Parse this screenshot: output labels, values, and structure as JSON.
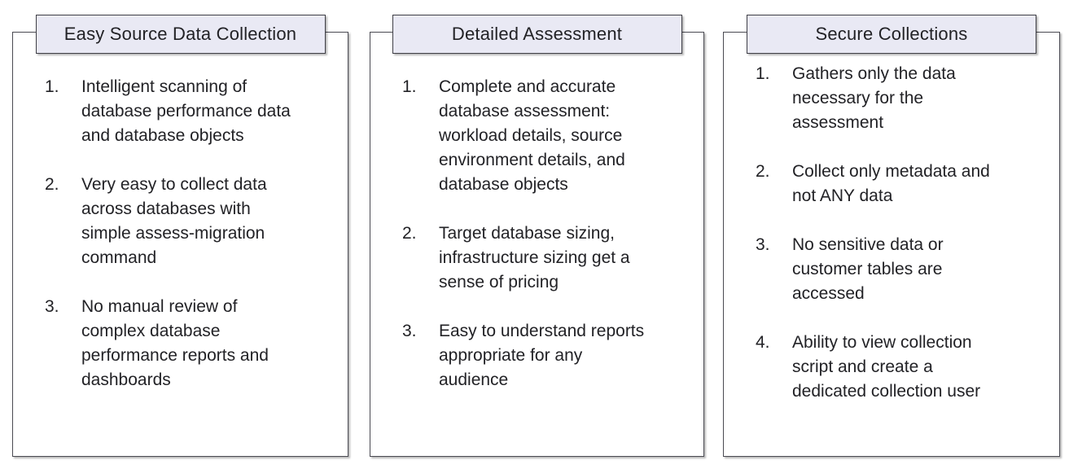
{
  "diagram": {
    "colors": {
      "header_fill": "#e9e9f4",
      "header_border": "#3f3f46",
      "box_border": "#4a4a52",
      "text": "#222226",
      "background": "#ffffff"
    },
    "panels": [
      {
        "title": "Easy Source Data Collection",
        "items": [
          {
            "number": "1.",
            "text": "Intelligent scanning of\ndatabase performance data\nand database objects"
          },
          {
            "number": "2.",
            "text": "Very easy to collect data\nacross databases with\nsimple assess-migration\ncommand"
          },
          {
            "number": "3.",
            "text": "No manual review of\ncomplex database\nperformance reports and\ndashboards"
          }
        ]
      },
      {
        "title": "Detailed Assessment",
        "items": [
          {
            "number": "1.",
            "text": "Complete and accurate\ndatabase assessment:\nworkload details, source\nenvironment details, and\ndatabase objects"
          },
          {
            "number": "2.",
            "text": "Target database sizing,\ninfrastructure sizing get a\nsense of pricing"
          },
          {
            "number": "3.",
            "text": "Easy to understand reports\nappropriate for any\naudience"
          }
        ]
      },
      {
        "title": "Secure Collections",
        "items": [
          {
            "number": "1.",
            "text": "Gathers only the data\nnecessary for the\nassessment"
          },
          {
            "number": "2.",
            "text": "Collect only metadata and\nnot ANY data"
          },
          {
            "number": "3.",
            "text": "No sensitive data or\ncustomer tables are\naccessed"
          },
          {
            "number": "4.",
            "text": "Ability to view collection\nscript and create a\ndedicated collection user"
          }
        ]
      }
    ]
  }
}
